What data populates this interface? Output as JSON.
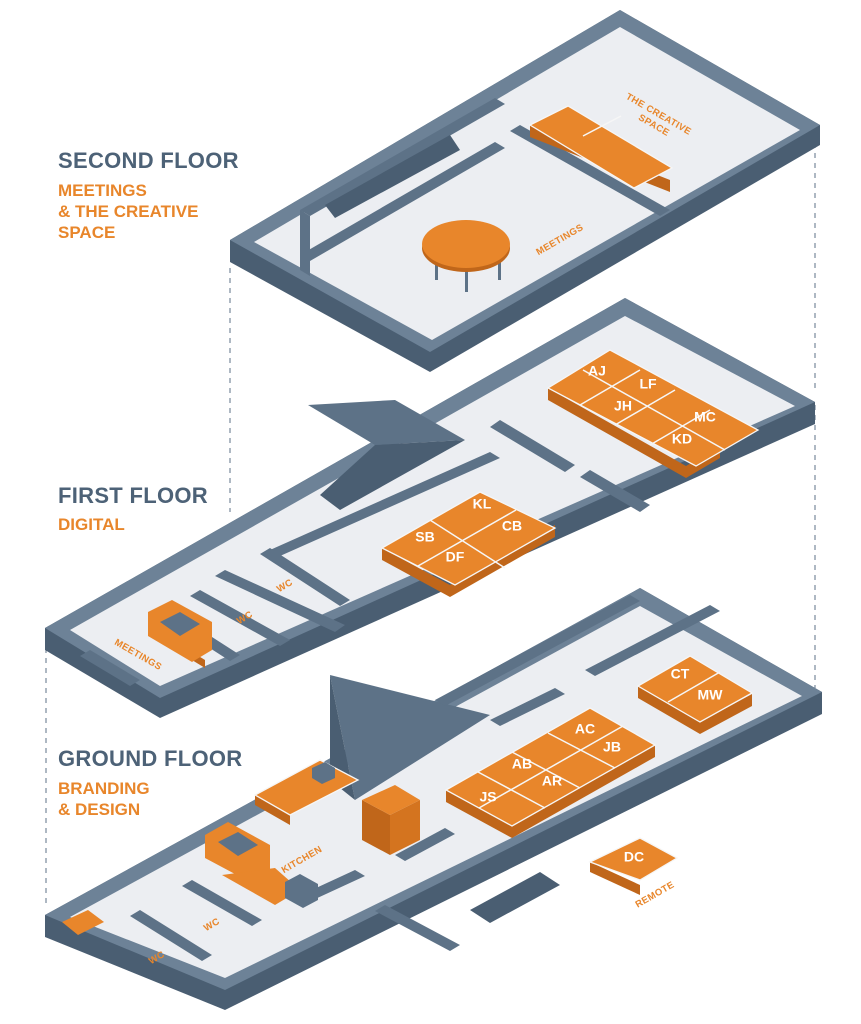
{
  "floors": {
    "second": {
      "title": "SECOND FLOOR",
      "subtitle": "MEETINGS\n& THE CREATIVE\nSPACE"
    },
    "first": {
      "title": "FIRST FLOOR",
      "subtitle": "DIGITAL"
    },
    "ground": {
      "title": "GROUND FLOOR",
      "subtitle": "BRANDING\n& DESIGN"
    }
  },
  "rooms": {
    "creative_space_line1": "THE CREATIVE",
    "creative_space_line2": "SPACE",
    "second_meetings": "MEETINGS",
    "first_meetings": "MEETINGS",
    "first_wc_a": "WC",
    "first_wc_b": "WC",
    "kitchen": "KITCHEN",
    "ground_wc_a": "WC",
    "ground_wc_b": "WC",
    "remote": "REMOTE"
  },
  "desks": {
    "first_a": [
      "AJ",
      "LF",
      "JH",
      "MC",
      "KD"
    ],
    "first_b": [
      "SB",
      "KL",
      "DF",
      "CB"
    ],
    "ground_a": [
      "CT",
      "MW"
    ],
    "ground_b": [
      "AB",
      "AC",
      "JS",
      "AR",
      "JB"
    ],
    "ground_remote": [
      "DC"
    ]
  },
  "colors": {
    "accent": "#e8862b",
    "wall": "#5d7287",
    "floor": "#eceef2",
    "heading": "#4d6277"
  }
}
